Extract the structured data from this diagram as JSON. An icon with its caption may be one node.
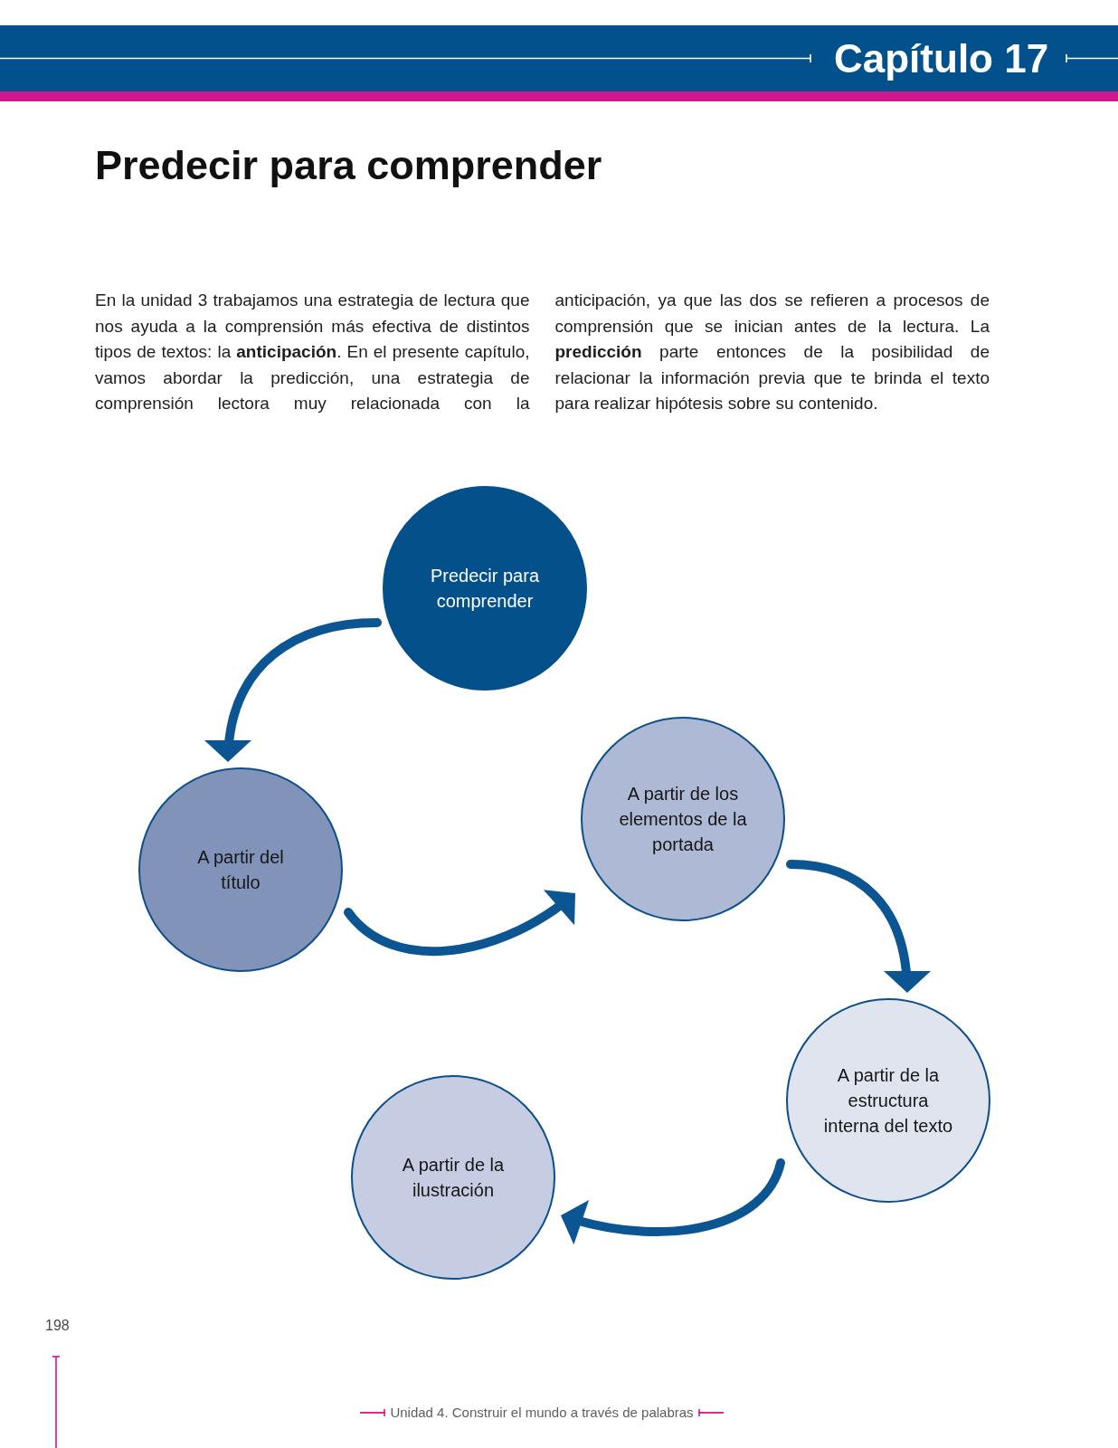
{
  "diagram": {
    "title": "Predecir para comprender",
    "nodes": [
      {
        "text": [
          "Predecir para comprender"
        ]
      },
      {
        "text": [
          "A partir del título"
        ]
      },
      {
        "text": [
          "A partir de los elementos de la portada"
        ]
      },
      {
        "text": [
          "A partir de la estructura interna del texto"
        ]
      },
      {
        "text": [
          "A partir de la ilustración"
        ]
      }
    ],
    "edges": [
      {
        "from": 0,
        "to": 1,
        "arrow": "to"
      },
      {
        "from": 1,
        "to": 2,
        "arrow": "to"
      },
      {
        "from": 2,
        "to": 3,
        "arrow": "to"
      },
      {
        "from": 3,
        "to": 4,
        "arrow": "to"
      }
    ],
    "labels": [
      "Capítulo 17",
      "En la unidad 3 trabajamos una estrategia de lectura que nos ayuda a la comprensión más efectiva de distintos tipos de textos: la **anticipación**. En el presente capítulo, vamos abordar la predicción, una estrategia de comprensión lectora muy relacionada con la anticipación, ya que las dos se refieren a procesos de comprensión que se inician antes de la lectura. La **predicción** parte entonces de la posibilidad de relacionar la información previa que te brinda el texto para realizar hipótesis sobre su contenido.",
      "198",
      "Unidad 4. Construir el mundo a través de palabras"
    ]
  }
}
